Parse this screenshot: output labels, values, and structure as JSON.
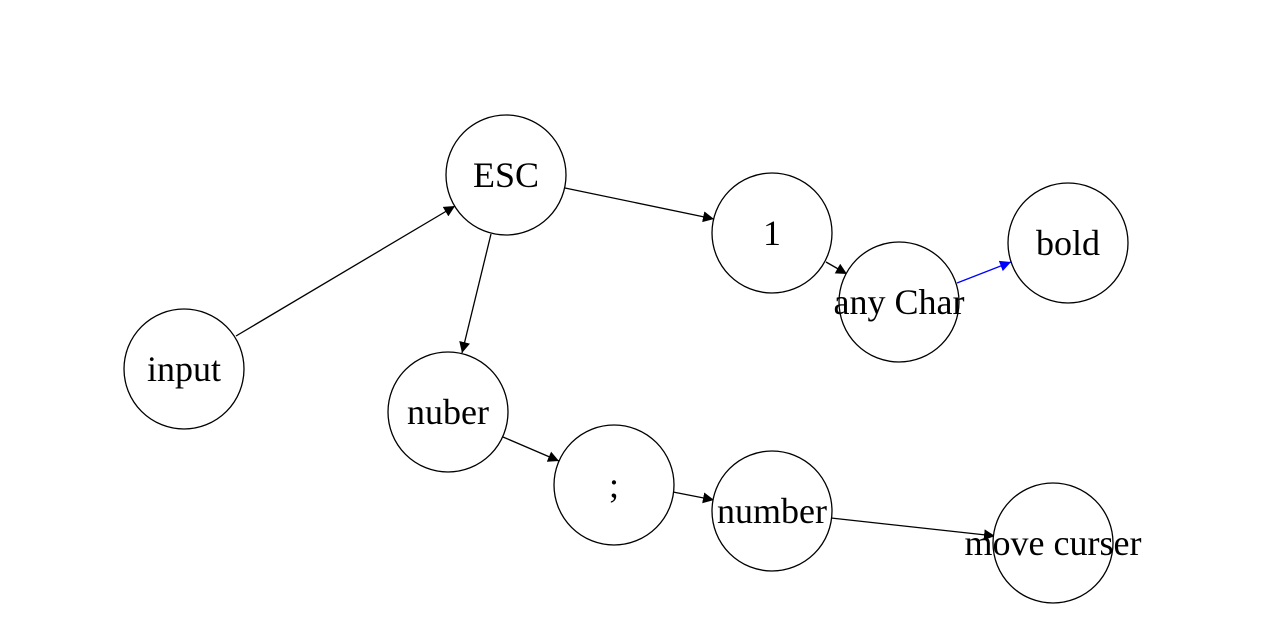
{
  "diagram": {
    "nodes": {
      "input": {
        "label": "input"
      },
      "esc": {
        "label": "ESC"
      },
      "one": {
        "label": "1"
      },
      "anychar": {
        "label": "any Char"
      },
      "bold": {
        "label": "bold"
      },
      "nuber": {
        "label": "nuber"
      },
      "semicolon": {
        "label": ";"
      },
      "number": {
        "label": "number"
      },
      "movecurser": {
        "label": "move curser"
      }
    },
    "edges": [
      {
        "from": "input",
        "to": "esc",
        "color": "#000000"
      },
      {
        "from": "esc",
        "to": "one",
        "color": "#000000"
      },
      {
        "from": "esc",
        "to": "nuber",
        "color": "#000000"
      },
      {
        "from": "one",
        "to": "anychar",
        "color": "#000000"
      },
      {
        "from": "anychar",
        "to": "bold",
        "color": "#0000ff"
      },
      {
        "from": "nuber",
        "to": "semicolon",
        "color": "#000000"
      },
      {
        "from": "semicolon",
        "to": "number",
        "color": "#000000"
      },
      {
        "from": "number",
        "to": "movecurser",
        "color": "#000000"
      }
    ]
  }
}
